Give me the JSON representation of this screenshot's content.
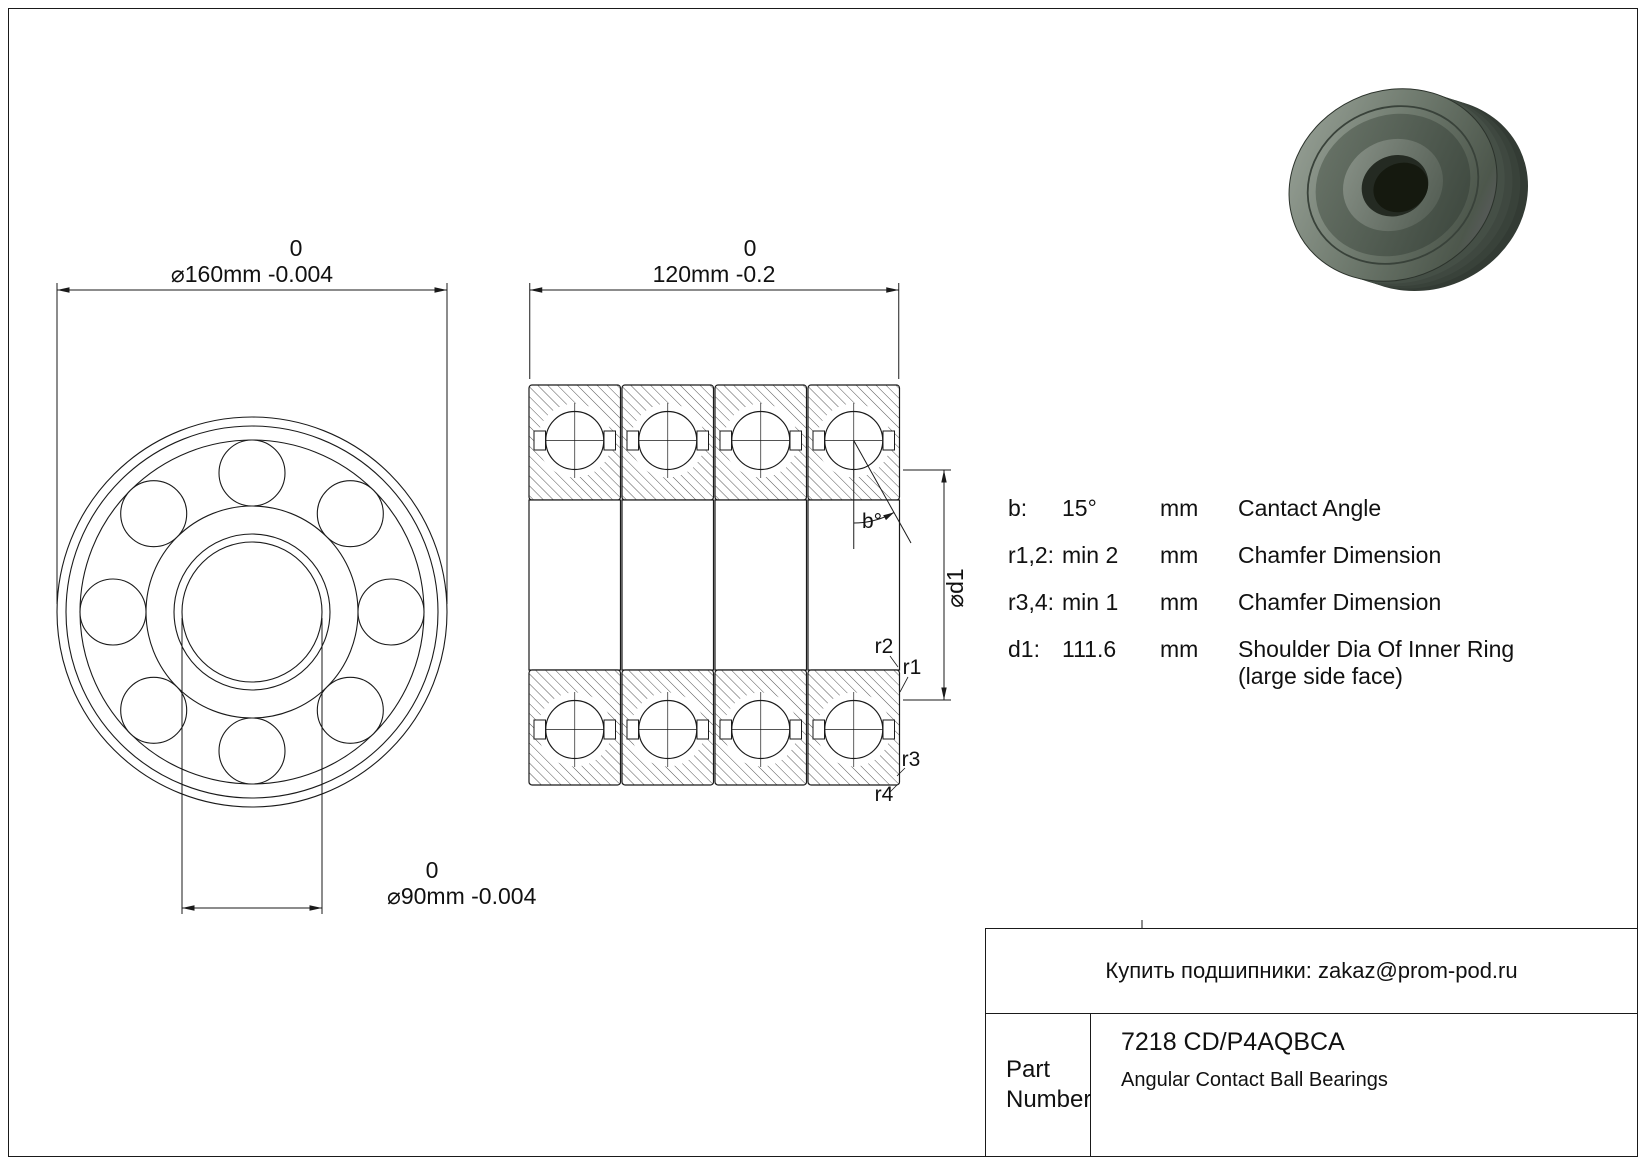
{
  "drawing": {
    "dim_outer": {
      "tolerance_upper": "0",
      "label": "⌀160mm -0.004"
    },
    "dim_width": {
      "tolerance_upper": "0",
      "label": "120mm -0.2"
    },
    "dim_bore": {
      "tolerance_upper": "0",
      "label": "⌀90mm -0.004"
    },
    "contact_angle_label": "b°",
    "shoulder_dia_label": "⌀d1",
    "chamfer_labels": {
      "r1": "r1",
      "r2": "r2",
      "r3": "r3",
      "r4": "r4"
    }
  },
  "specs": [
    {
      "key": "b:",
      "value": "15°",
      "unit": "mm",
      "desc": "Cantact Angle",
      "desc2": ""
    },
    {
      "key": "r1,2:",
      "value": "min 2",
      "unit": "mm",
      "desc": "Chamfer Dimension",
      "desc2": ""
    },
    {
      "key": "r3,4:",
      "value": "min 1",
      "unit": "mm",
      "desc": "Chamfer Dimension",
      "desc2": ""
    },
    {
      "key": "d1:",
      "value": "111.6",
      "unit": "mm",
      "desc": "Shoulder Dia Of Inner Ring",
      "desc2": "(large side face)"
    }
  ],
  "title_block": {
    "contact": "Купить подшипники: zakaz@prom-pod.ru",
    "part_label": "Part Number",
    "part_number": "7218 CD/P4AQBCA",
    "part_type": "Angular Contact Ball Bearings"
  }
}
